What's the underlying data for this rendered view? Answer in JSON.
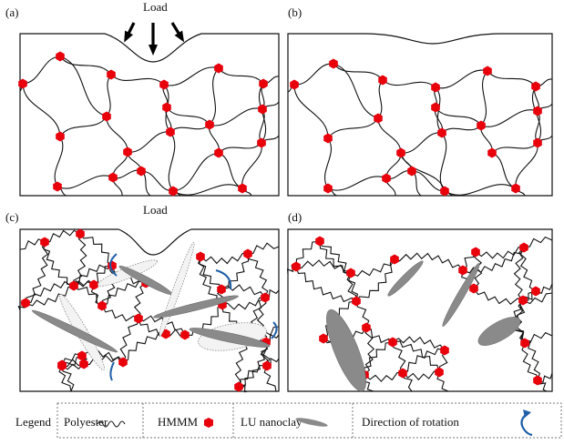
{
  "panels": {
    "a": {
      "label": "(a)",
      "load": "Load"
    },
    "b": {
      "label": "(b)"
    },
    "c": {
      "label": "(c)",
      "load": "Load"
    },
    "d": {
      "label": "(d)"
    }
  },
  "legend": {
    "title": "Legend",
    "items": [
      {
        "label": "Polyester",
        "icon": "wavy-line-icon"
      },
      {
        "label": "HMMM",
        "icon": "red-hexagon-icon"
      },
      {
        "label": "LU nanoclay",
        "icon": "gray-platelet-icon"
      },
      {
        "label": "Direction of rotation",
        "icon": "curved-arrow-icon"
      }
    ]
  },
  "colors": {
    "node": "#e8000b",
    "clay": "#8a8a8a",
    "arrow": "#1f5fa8",
    "line": "#111111"
  }
}
